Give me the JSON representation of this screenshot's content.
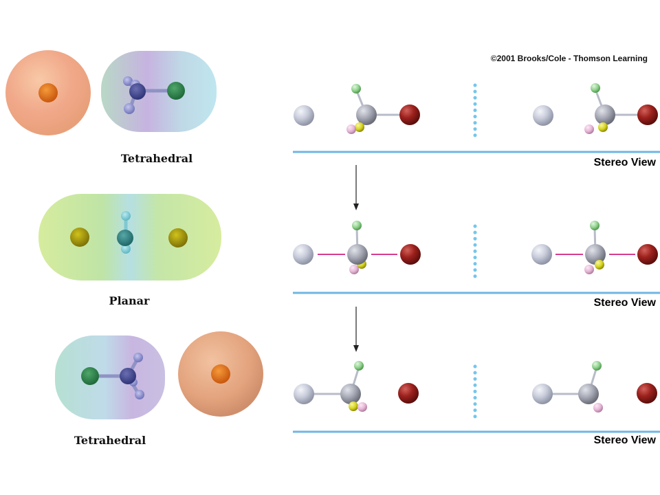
{
  "copyright": "©2001 Brooks/Cole - Thomson Learning",
  "left_panel": {
    "labels": [
      "Tetrahedral",
      "Planar",
      "Tetrahedral"
    ]
  },
  "right_panel": {
    "stereo_labels": [
      "Stereo View",
      "Stereo View",
      "Stereo View"
    ]
  },
  "colors": {
    "divider": "#6fb6e3",
    "dotted_separator": "#74c6ec",
    "bond_line": "#d63c8c",
    "arrow": "#222222",
    "nucleophile_sphere": "#c7cbda",
    "central_carbon": "#a4a7b3",
    "leaving_group": "#8b1a17",
    "substituent_green": "#8fd18c",
    "substituent_yellow": "#d7d51b",
    "substituent_pink": "#e6b6d6"
  }
}
